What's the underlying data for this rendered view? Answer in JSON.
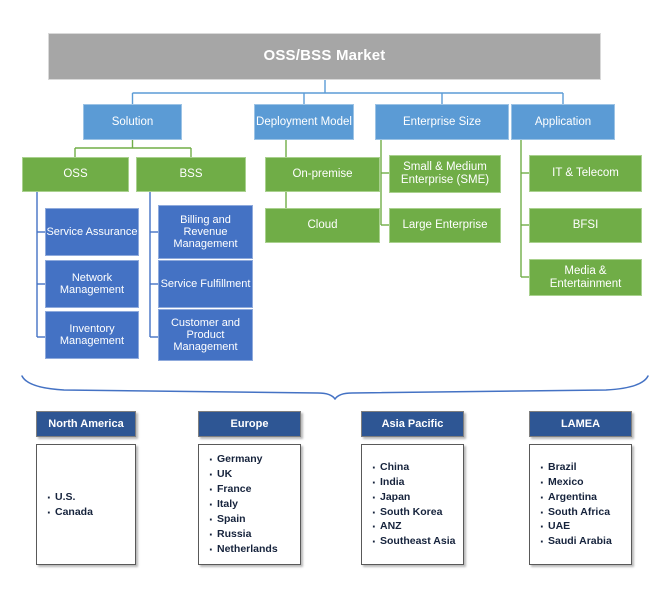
{
  "diagram": {
    "root": {
      "label": "OSS/BSS Market"
    },
    "colors": {
      "root_fill": "#a6a6a6",
      "category_fill": "#5b9bd5",
      "subcategory_fill": "#70ad47",
      "leaf_fill": "#4472c4",
      "region_header_fill": "#2e5694",
      "connector_blue": "#5b9bd5",
      "connector_green": "#70ad47",
      "connector_darkblue": "#4472c4",
      "brace_stroke": "#4472c4"
    },
    "categories": [
      {
        "label": "Solution",
        "children": [
          {
            "label": "OSS",
            "children": [
              {
                "label": "Service Assurance"
              },
              {
                "label": "Network Management"
              },
              {
                "label": "Inventory Management"
              }
            ]
          },
          {
            "label": "BSS",
            "children": [
              {
                "label": "Billing and Revenue Management"
              },
              {
                "label": "Service Fulfillment"
              },
              {
                "label": "Customer and Product Management"
              }
            ]
          }
        ]
      },
      {
        "label": "Deployment Model",
        "children": [
          {
            "label": "On-premise",
            "children": []
          },
          {
            "label": "Cloud",
            "children": []
          }
        ]
      },
      {
        "label": "Enterprise Size",
        "children": [
          {
            "label": "Small & Medium Enterprise (SME)",
            "children": []
          },
          {
            "label": "Large Enterprise",
            "children": []
          }
        ]
      },
      {
        "label": "Application",
        "children": [
          {
            "label": "IT & Telecom",
            "children": []
          },
          {
            "label": "BFSI",
            "children": []
          },
          {
            "label": "Media & Entertainment",
            "children": []
          }
        ]
      }
    ],
    "regions": [
      {
        "label": "North America",
        "countries": [
          "U.S.",
          "Canada"
        ]
      },
      {
        "label": "Europe",
        "countries": [
          "Germany",
          "UK",
          "France",
          "Italy",
          "Spain",
          "Russia",
          "Netherlands"
        ]
      },
      {
        "label": "Asia Pacific",
        "countries": [
          "China",
          "India",
          "Japan",
          "South Korea",
          "ANZ",
          "Southeast Asia"
        ]
      },
      {
        "label": "LAMEA",
        "countries": [
          "Brazil",
          "Mexico",
          "Argentina",
          "South Africa",
          "UAE",
          "Saudi Arabia"
        ]
      }
    ]
  }
}
